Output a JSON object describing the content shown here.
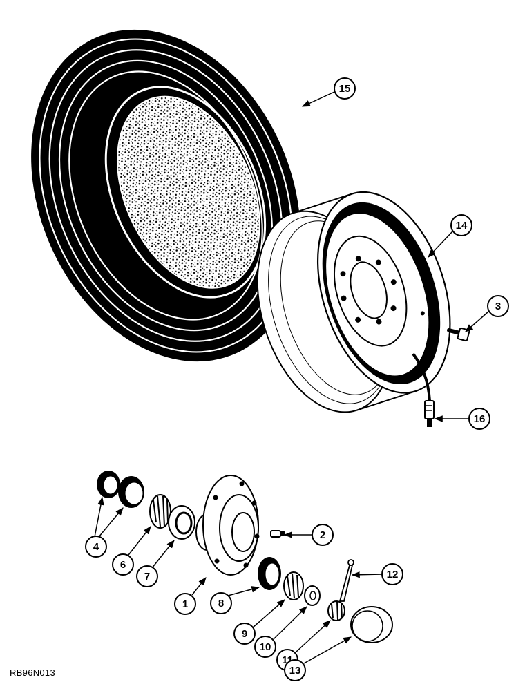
{
  "drawing_code": "RB96N013",
  "callouts": [
    {
      "id": "15",
      "label": "15",
      "part": "tire"
    },
    {
      "id": "14",
      "label": "14",
      "part": "wheel-rim"
    },
    {
      "id": "3",
      "label": "3",
      "part": "wheel-bolt"
    },
    {
      "id": "16",
      "label": "16",
      "part": "valve-stem"
    },
    {
      "id": "2",
      "label": "2",
      "part": "grease-fitting"
    },
    {
      "id": "12",
      "label": "12",
      "part": "cotter-pin"
    },
    {
      "id": "4",
      "label": "4",
      "part": "bearing-cups"
    },
    {
      "id": "6",
      "label": "6",
      "part": "inner-bearing-cone"
    },
    {
      "id": "7",
      "label": "7",
      "part": "seal"
    },
    {
      "id": "1",
      "label": "1",
      "part": "hub"
    },
    {
      "id": "8",
      "label": "8",
      "part": "outer-bearing-cup"
    },
    {
      "id": "9",
      "label": "9",
      "part": "outer-bearing-cone"
    },
    {
      "id": "10",
      "label": "10",
      "part": "washer"
    },
    {
      "id": "11",
      "label": "11",
      "part": "castle-nut"
    },
    {
      "id": "13",
      "label": "13",
      "part": "hub-cap"
    }
  ]
}
